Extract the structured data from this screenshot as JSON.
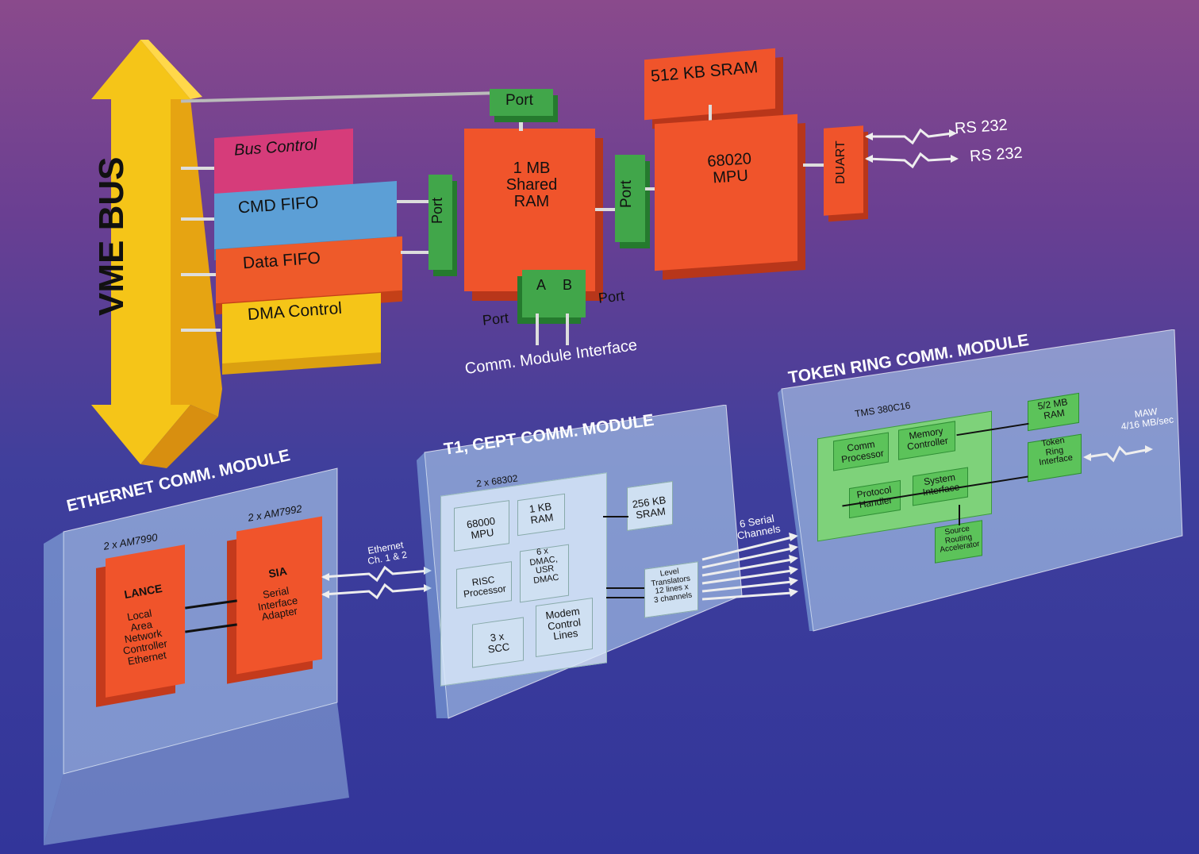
{
  "vme_bus": "VME BUS",
  "main_board": {
    "bus_control": "Bus Control",
    "cmd_fifo": "CMD FIFO",
    "data_fifo": "Data FIFO",
    "dma_control": "DMA Control",
    "port_top": "Port",
    "port_left": "Port",
    "port_right": "Port",
    "port_a": "A",
    "port_b": "B",
    "port_a_label": "Port",
    "port_b_label": "Port",
    "shared_ram": "1 MB\nShared\nRAM",
    "sram": "512 KB SRAM",
    "mpu": "68020\nMPU",
    "duart": "DUART",
    "rs232_1": "RS 232",
    "rs232_2": "RS 232",
    "comm_interface": "Comm. Module Interface"
  },
  "ethernet": {
    "title": "ETHERNET COMM. MODULE",
    "chip1": "2 x AM7990",
    "chip2": "2 x AM7992",
    "lance_title": "LANCE",
    "lance_desc": "Local\nArea\nNetwork\nController\nEthernet",
    "sia_title": "SIA",
    "sia_desc": "Serial\nInterface\nAdapter",
    "channels": "Ethernet\nCh. 1 & 2"
  },
  "t1": {
    "title": "T1, CEPT COMM. MODULE",
    "chip": "2 x 68302",
    "mpu": "68000\nMPU",
    "ram": "1 KB\nRAM",
    "risc": "RISC\nProcessor",
    "dmac": "6 x\nDMAC,\nUSR\nDMAC",
    "scc": "3 x\nSCC",
    "modem": "Modem\nControl\nLines",
    "sram": "256 KB\nSRAM",
    "level": "Level\nTranslators\n12 lines x\n3 channels",
    "serial": "6 Serial\nChannels"
  },
  "token": {
    "title": "TOKEN RING COMM. MODULE",
    "chip": "TMS 380C16",
    "comm": "Comm\nProcessor",
    "memctl": "Memory\nController",
    "proto": "Protocol\nHandler",
    "sysint": "System\nInterface",
    "src": "Source\nRouting\nAccelerator",
    "ram": "5/2 MB\nRAM",
    "tri": "Token\nRing\nInterface",
    "maw": "MAW\n4/16 MB/sec"
  }
}
